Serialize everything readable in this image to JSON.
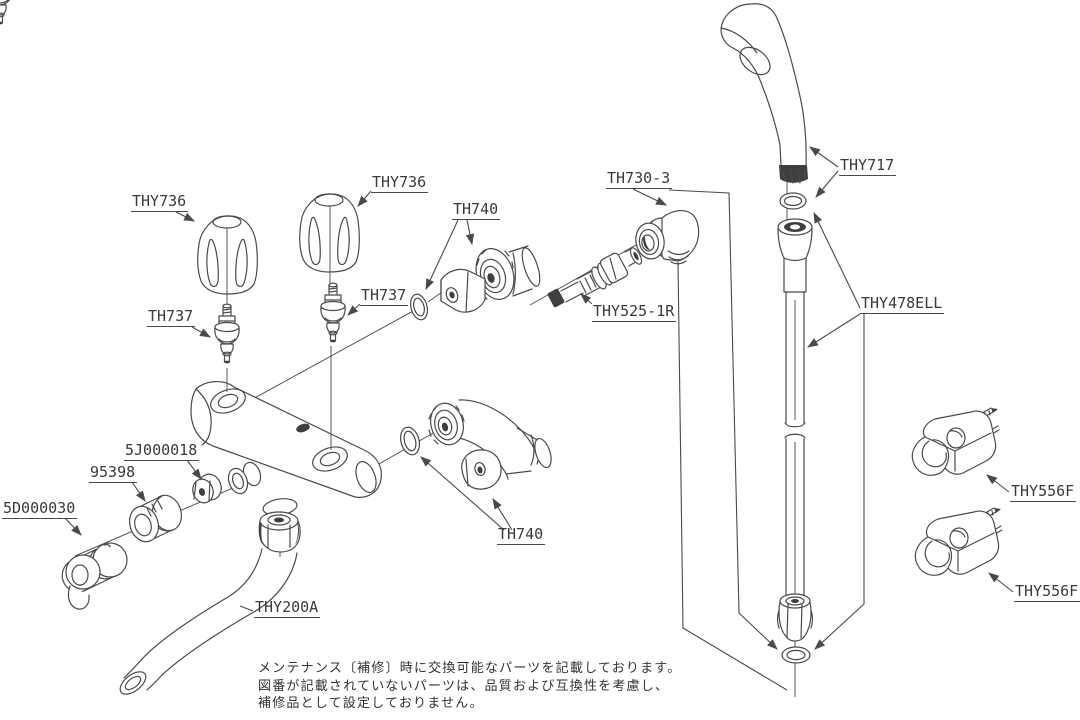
{
  "labels": {
    "thy736_left": "THY736",
    "thy736_right": "THY736",
    "th737_left": "TH737",
    "th737_right": "TH737",
    "th740_top": "TH740",
    "th730_3": "TH730-3",
    "thy525_1r": "THY525-1R",
    "thy717": "THY717",
    "thy478ell": "THY478ELL",
    "thy556f_top": "THY556F",
    "thy556f_bottom": "THY556F",
    "p5j000018": "5J000018",
    "p95398": "95398",
    "p5d000030": "5D000030",
    "thy200a": "THY200A",
    "th740_bottom": "TH740"
  },
  "note": {
    "lines": [
      "メンテナンス〔補修〕時に交換可能なパーツを記載しております。",
      "図番が記載されていないパーツは、品質および互換性を考慮し、",
      "補修品として設定しておりません。"
    ]
  },
  "colors": {
    "line": "#4a4a4a",
    "dark_fill": "#3f3f3f",
    "text": "#333333",
    "background": "#ffffff"
  }
}
